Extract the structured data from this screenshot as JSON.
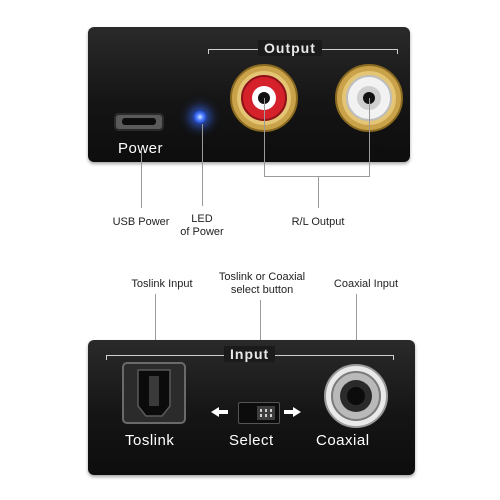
{
  "top_device": {
    "section_title": "Output",
    "power_label": "Power"
  },
  "bottom_device": {
    "section_title": "Input",
    "toslink_label": "Toslink",
    "select_label": "Select",
    "coaxial_label": "Coaxial"
  },
  "callouts": {
    "usb_power": "USB Power",
    "led_line1": "LED",
    "led_line2": "of Power",
    "rl_output": "R/L Output",
    "toslink_input": "Toslink Input",
    "select_line1": "Toslink or Coaxial",
    "select_line2": "select button",
    "coaxial_input": "Coaxial Input"
  },
  "colors": {
    "panel": "#151515",
    "led": "#2f6bff",
    "rca_red": "#d4212a",
    "rca_white": "#f2f2f2",
    "gold": "#c9a24a",
    "callout_line": "#9a9a9a"
  }
}
